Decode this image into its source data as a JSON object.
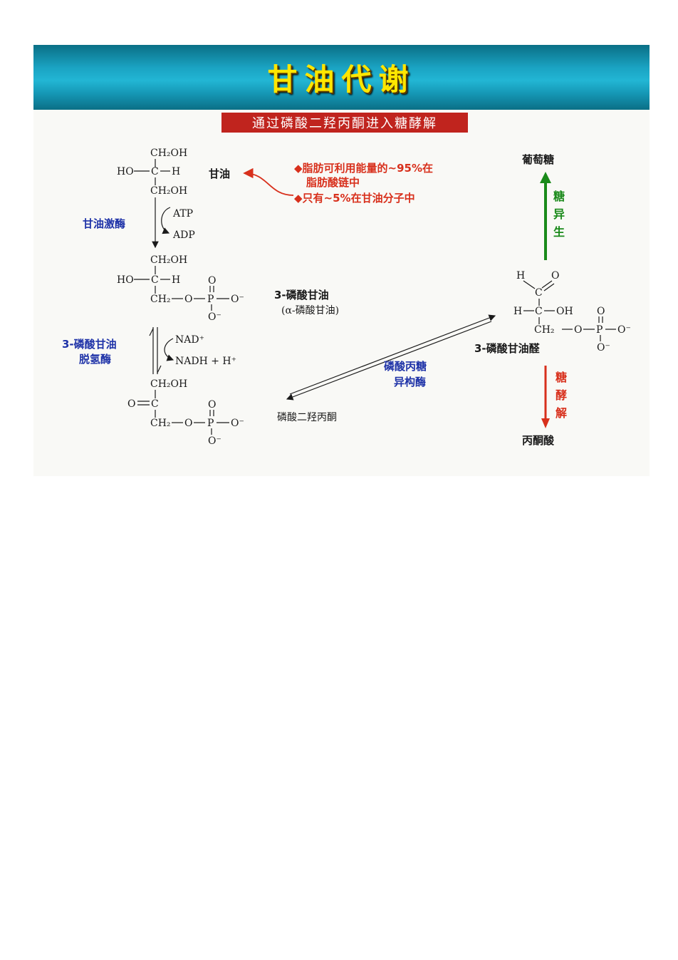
{
  "title": "甘油代谢",
  "subtitle": "通过磷酸二羟丙酮进入糖酵解",
  "glycerol": {
    "c1": "CH₂OH",
    "c2_left": "HO",
    "c2_c": "C",
    "c2_right": "H",
    "c3": "CH₂OH",
    "name": "甘油"
  },
  "notes": {
    "line1": "◆脂肪可利用能量的~95%在",
    "line2": "脂肪酸链中",
    "line3": "◆只有~5%在甘油分子中"
  },
  "step1": {
    "enzyme": "甘油激酶",
    "in": "ATP",
    "out": "ADP"
  },
  "g3p": {
    "c1": "CH₂OH",
    "c2_left": "HO",
    "c2_c": "C",
    "c2_right": "H",
    "c3": "CH₂",
    "o": "O",
    "p": "P",
    "o_top": "O",
    "o_minus": "O⁻",
    "o_bottom": "O⁻",
    "name": "3-磷酸甘油",
    "alt_name": "(α-磷酸甘油)"
  },
  "step2": {
    "enzyme_line1": "3-磷酸甘油",
    "enzyme_line2": "脱氢酶",
    "in": "NAD⁺",
    "out": "NADH + H⁺"
  },
  "dhap": {
    "c1": "CH₂OH",
    "c2_left": "O",
    "c2_c": "C",
    "c3": "CH₂",
    "o": "O",
    "p": "P",
    "o_top": "O",
    "o_minus": "O⁻",
    "o_bottom": "O⁻",
    "name": "磷酸二羟丙酮"
  },
  "isomerase": {
    "line1": "磷酸丙糖",
    "line2": "异构酶"
  },
  "gap": {
    "h": "H",
    "o_ald": "O",
    "c1": "C",
    "c2_left": "H",
    "c2_c": "C",
    "c2_right": "OH",
    "c3": "CH₂",
    "o": "O",
    "p": "P",
    "o_top": "O",
    "o_minus": "O⁻",
    "o_bottom": "O⁻",
    "name": "3-磷酸甘油醛"
  },
  "glucose": "葡萄糖",
  "gluconeogenesis": [
    "糖",
    "异",
    "生"
  ],
  "glycolysis": [
    "糖",
    "酵",
    "解"
  ],
  "pyruvate": "丙酮酸",
  "colors": {
    "banner": "#1aa3c2",
    "title": "#ffe600",
    "subtitle_bg": "#c0241e",
    "blue": "#1f33a8",
    "red": "#d8301c",
    "green": "#1a8a1a"
  }
}
